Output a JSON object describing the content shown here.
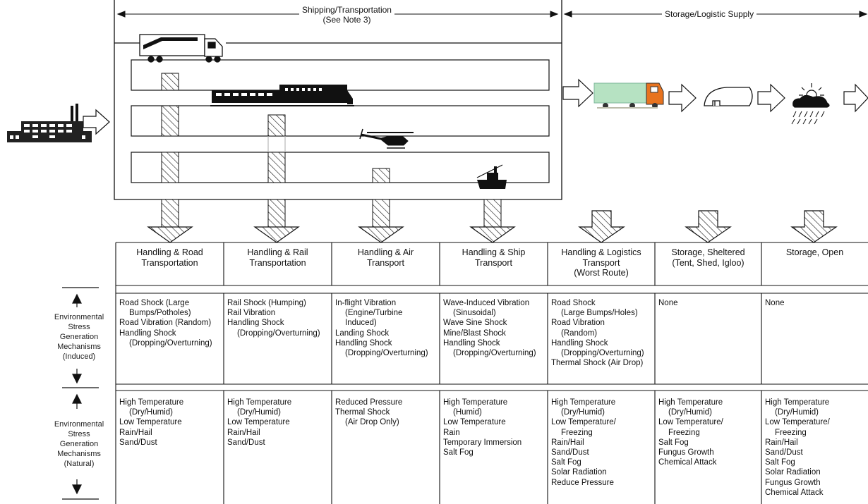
{
  "phases": {
    "shipping": "Shipping/Transportation",
    "shipping_note": "(See Note 3)",
    "storage": "Storage/Logistic Supply"
  },
  "columns": [
    {
      "header": [
        "Handling & Road",
        "Transportation"
      ],
      "induced": [
        {
          "t": "Road Shock (Large",
          "i": 0
        },
        {
          "t": "Bumps/Potholes)",
          "i": 1
        },
        {
          "t": "Road Vibration (Random)",
          "i": 0
        },
        {
          "t": "Handling Shock",
          "i": 0
        },
        {
          "t": "(Dropping/Overturning)",
          "i": 1
        }
      ],
      "natural": [
        {
          "t": "High Temperature",
          "i": 0
        },
        {
          "t": "(Dry/Humid)",
          "i": 1
        },
        {
          "t": "Low Temperature",
          "i": 0
        },
        {
          "t": "Rain/Hail",
          "i": 0
        },
        {
          "t": "Sand/Dust",
          "i": 0
        }
      ]
    },
    {
      "header": [
        "Handling & Rail",
        "Transportation"
      ],
      "induced": [
        {
          "t": "Rail Shock (Humping)",
          "i": 0
        },
        {
          "t": "Rail Vibration",
          "i": 0
        },
        {
          "t": "Handling Shock",
          "i": 0
        },
        {
          "t": "(Dropping/Overturning)",
          "i": 1
        }
      ],
      "natural": [
        {
          "t": "High Temperature",
          "i": 0
        },
        {
          "t": "(Dry/Humid)",
          "i": 1
        },
        {
          "t": "Low Temperature",
          "i": 0
        },
        {
          "t": "Rain/Hail",
          "i": 0
        },
        {
          "t": "Sand/Dust",
          "i": 0
        }
      ]
    },
    {
      "header": [
        "Handling & Air",
        "Transport"
      ],
      "induced": [
        {
          "t": "In-flight Vibration",
          "i": 0
        },
        {
          "t": "(Engine/Turbine",
          "i": 1
        },
        {
          "t": "Induced)",
          "i": 1
        },
        {
          "t": "Landing Shock",
          "i": 0
        },
        {
          "t": "Handling Shock",
          "i": 0
        },
        {
          "t": "(Dropping/Overturning)",
          "i": 1
        }
      ],
      "natural": [
        {
          "t": "Reduced Pressure",
          "i": 0
        },
        {
          "t": "Thermal Shock",
          "i": 0
        },
        {
          "t": "(Air Drop Only)",
          "i": 1
        }
      ]
    },
    {
      "header": [
        "Handling & Ship",
        "Transport"
      ],
      "induced": [
        {
          "t": "Wave-Induced Vibration",
          "i": 0
        },
        {
          "t": "(Sinusoidal)",
          "i": 1
        },
        {
          "t": "Wave Sine Shock",
          "i": 0
        },
        {
          "t": "Mine/Blast Shock",
          "i": 0
        },
        {
          "t": "Handling Shock",
          "i": 0
        },
        {
          "t": "(Dropping/Overturning)",
          "i": 1
        }
      ],
      "natural": [
        {
          "t": "High Temperature",
          "i": 0
        },
        {
          "t": "(Humid)",
          "i": 1
        },
        {
          "t": "Low Temperature",
          "i": 0
        },
        {
          "t": "Rain",
          "i": 0
        },
        {
          "t": "Temporary Immersion",
          "i": 0
        },
        {
          "t": "Salt Fog",
          "i": 0
        }
      ]
    },
    {
      "header": [
        "Handling & Logistics",
        "Transport",
        "(Worst Route)"
      ],
      "induced": [
        {
          "t": "Road Shock",
          "i": 0
        },
        {
          "t": "(Large Bumps/Holes)",
          "i": 1
        },
        {
          "t": "Road Vibration",
          "i": 0
        },
        {
          "t": "(Random)",
          "i": 1
        },
        {
          "t": "Handling Shock",
          "i": 0
        },
        {
          "t": "(Dropping/Overturning)",
          "i": 1
        },
        {
          "t": "Thermal Shock (Air Drop)",
          "i": 0
        }
      ],
      "natural": [
        {
          "t": "High Temperature",
          "i": 0
        },
        {
          "t": "(Dry/Humid)",
          "i": 1
        },
        {
          "t": "Low Temperature/",
          "i": 0
        },
        {
          "t": "Freezing",
          "i": 1
        },
        {
          "t": "Rain/Hail",
          "i": 0
        },
        {
          "t": "Sand/Dust",
          "i": 0
        },
        {
          "t": "Salt Fog",
          "i": 0
        },
        {
          "t": "Solar Radiation",
          "i": 0
        },
        {
          "t": "Reduce Pressure",
          "i": 0
        }
      ]
    },
    {
      "header": [
        "Storage, Sheltered",
        "(Tent, Shed, Igloo)"
      ],
      "induced": [
        {
          "t": "None",
          "i": 0
        }
      ],
      "natural": [
        {
          "t": "High Temperature",
          "i": 0
        },
        {
          "t": "(Dry/Humid)",
          "i": 1
        },
        {
          "t": "Low Temperature/",
          "i": 0
        },
        {
          "t": "Freezing",
          "i": 1
        },
        {
          "t": "Salt Fog",
          "i": 0
        },
        {
          "t": "Fungus Growth",
          "i": 0
        },
        {
          "t": "Chemical Attack",
          "i": 0
        }
      ]
    },
    {
      "header": [
        "Storage, Open"
      ],
      "induced": [
        {
          "t": "None",
          "i": 0
        }
      ],
      "natural": [
        {
          "t": "High Temperature",
          "i": 0
        },
        {
          "t": "(Dry/Humid)",
          "i": 1
        },
        {
          "t": "Low Temperature/",
          "i": 0
        },
        {
          "t": "Freezing",
          "i": 1
        },
        {
          "t": "Rain/Hail",
          "i": 0
        },
        {
          "t": "Sand/Dust",
          "i": 0
        },
        {
          "t": "Salt Fog",
          "i": 0
        },
        {
          "t": "Solar Radiation",
          "i": 0
        },
        {
          "t": "Fungus Growth",
          "i": 0
        },
        {
          "t": "Chemical Attack",
          "i": 0
        }
      ]
    }
  ],
  "row_labels": {
    "induced": [
      "Environmental",
      "Stress",
      "Generation",
      "Mechanisms",
      "(Induced)"
    ],
    "natural": [
      "Environmental",
      "Stress",
      "Generation",
      "Mechanisms",
      "(Natural)"
    ]
  },
  "icons": [
    "factory-icon",
    "truck-icon",
    "train-icon",
    "helicopter-icon",
    "ship-icon",
    "logistics-truck-icon",
    "igloo-shelter-icon",
    "weather-sun-rain-icon"
  ],
  "colors": {
    "line": "#111111",
    "truck_green": "#b6e2c2",
    "cab_orange": "#e8731f"
  }
}
